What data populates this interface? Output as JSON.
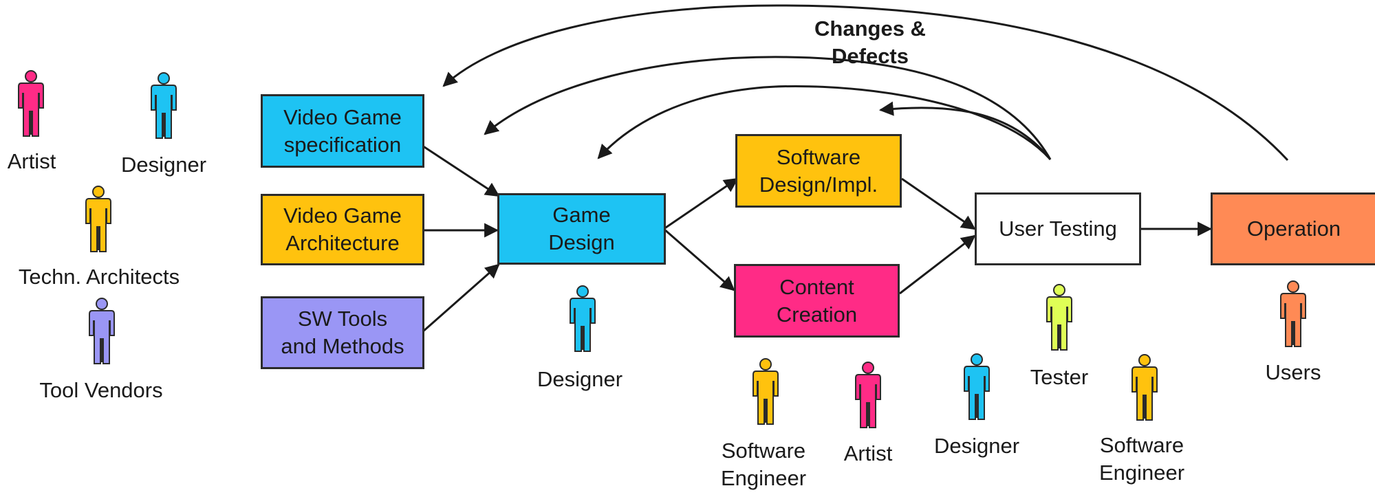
{
  "colors": {
    "cyan": "#1ec3f3",
    "yellow": "#ffc20e",
    "purple": "#9a96f5",
    "magenta": "#ff2b86",
    "white": "#ffffff",
    "orange": "#ff8a55",
    "lime": "#dfff56",
    "stroke": "#2b2b2b"
  },
  "feedback": {
    "label": "Changes &\nDefects"
  },
  "boxes": {
    "spec": "Video Game\nspecification",
    "arch": "Video Game\nArchitecture",
    "tools": "SW Tools\nand Methods",
    "game_design": "Game\nDesign",
    "software": "Software\nDesign/Impl.",
    "content": "Content\nCreation",
    "testing": "User Testing",
    "operation": "Operation"
  },
  "roles": {
    "artist": "Artist",
    "designer_left": "Designer",
    "architects": "Techn. Architects",
    "vendors": "Tool Vendors",
    "designer_game": "Designer",
    "sw_engineer_1": "Software\nEngineer",
    "artist_content": "Artist",
    "designer_testing": "Designer",
    "tester": "Tester",
    "sw_engineer_2": "Software\nEngineer",
    "users": "Users"
  },
  "person_icons": {
    "artist": {
      "icon": "person-icon",
      "color": "#ff2b86"
    },
    "designer_left": {
      "icon": "person-icon",
      "color": "#1ec3f3"
    },
    "architects": {
      "icon": "person-icon",
      "color": "#ffc20e"
    },
    "vendors": {
      "icon": "person-icon",
      "color": "#9a96f5"
    },
    "designer_game": {
      "icon": "person-icon",
      "color": "#1ec3f3"
    },
    "sw_engineer_1": {
      "icon": "person-icon",
      "color": "#ffc20e"
    },
    "artist_content": {
      "icon": "person-icon",
      "color": "#ff2b86"
    },
    "designer_testing": {
      "icon": "person-icon",
      "color": "#1ec3f3"
    },
    "tester": {
      "icon": "person-icon",
      "color": "#dfff56"
    },
    "sw_engineer_2": {
      "icon": "person-icon",
      "color": "#ffc20e"
    },
    "users": {
      "icon": "person-icon",
      "color": "#ff8a55"
    }
  }
}
